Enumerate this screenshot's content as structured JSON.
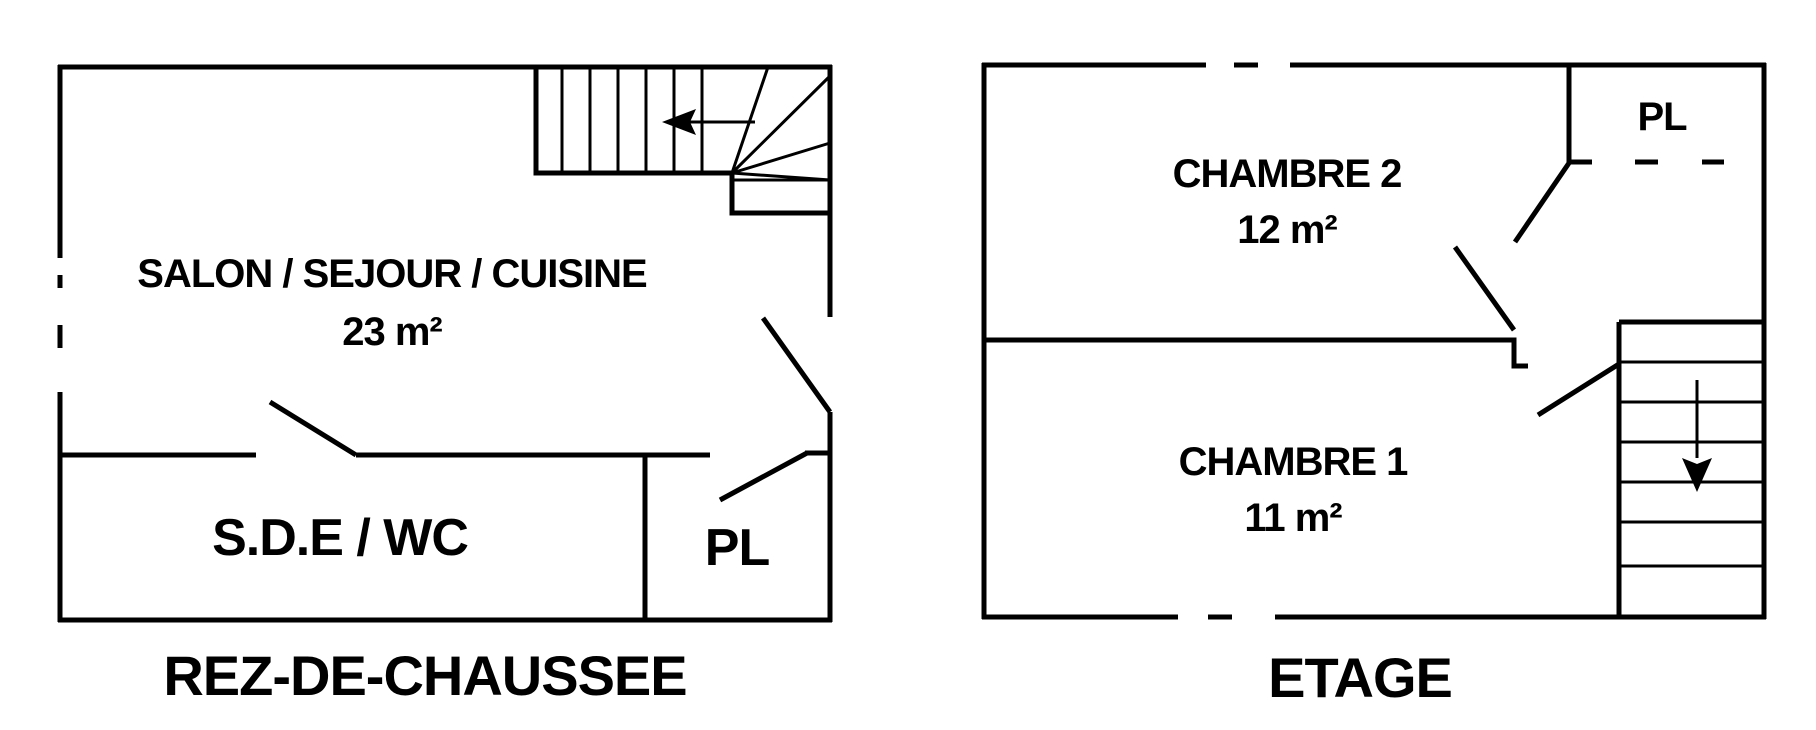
{
  "ground_floor": {
    "title": "REZ-DE-CHAUSSEE",
    "rooms": {
      "salon_name": "SALON / SEJOUR / CUISINE",
      "salon_area": "23 m²",
      "sde_name": "S.D.E / WC",
      "pl_name": "PL"
    }
  },
  "upper_floor": {
    "title": "ETAGE",
    "rooms": {
      "chambre2_name": "CHAMBRE 2",
      "chambre2_area": "12 m²",
      "chambre1_name": "CHAMBRE 1",
      "chambre1_area": "11 m²",
      "pl_name": "PL"
    }
  },
  "colors": {
    "line": "#000000",
    "background": "#ffffff"
  }
}
